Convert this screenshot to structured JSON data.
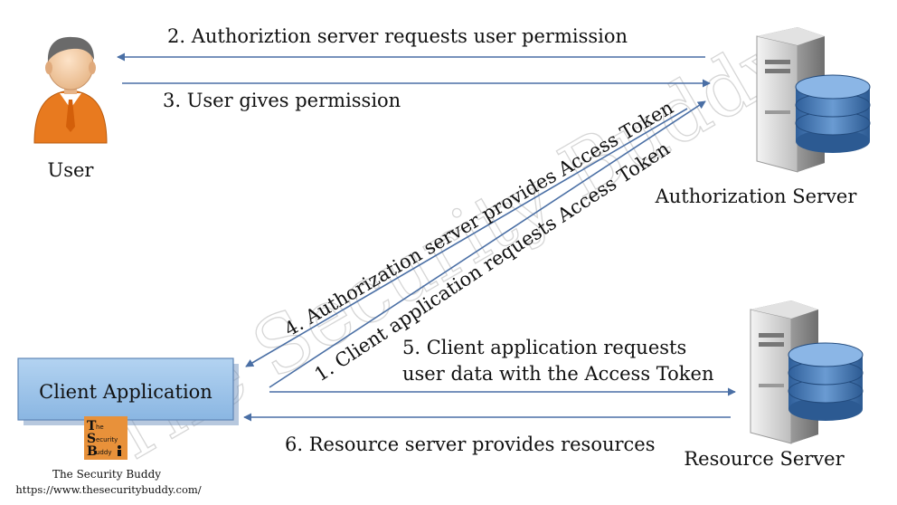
{
  "watermark": "The Security Buddy",
  "actors": {
    "user": "User",
    "auth_server": "Authorization Server",
    "resource_server": "Resource Server",
    "client": "Client Application"
  },
  "steps": {
    "s1": "1. Client application requests Access Token",
    "s2": "2. Authoriztion server requests user permission",
    "s3": "3. User gives permission",
    "s4": "4. Authorization server provides Access Token",
    "s5_line1": "5. Client application requests",
    "s5_line2": "user data with the Access Token",
    "s6": "6. Resource server provides resources"
  },
  "logo": {
    "letters": [
      "T",
      "S",
      "B"
    ],
    "words": [
      "he",
      "ecurity",
      "uddy"
    ],
    "name": "The Security Buddy",
    "url": "https://www.thesecuritybuddy.com/"
  },
  "colors": {
    "arrow": "#4a6fa5",
    "client_box": "#9cc3e8",
    "client_border": "#5f86b6",
    "logo_bg": "#e8913a",
    "db_blue": "#4d80bb",
    "user_shirt": "#e87a1f"
  }
}
